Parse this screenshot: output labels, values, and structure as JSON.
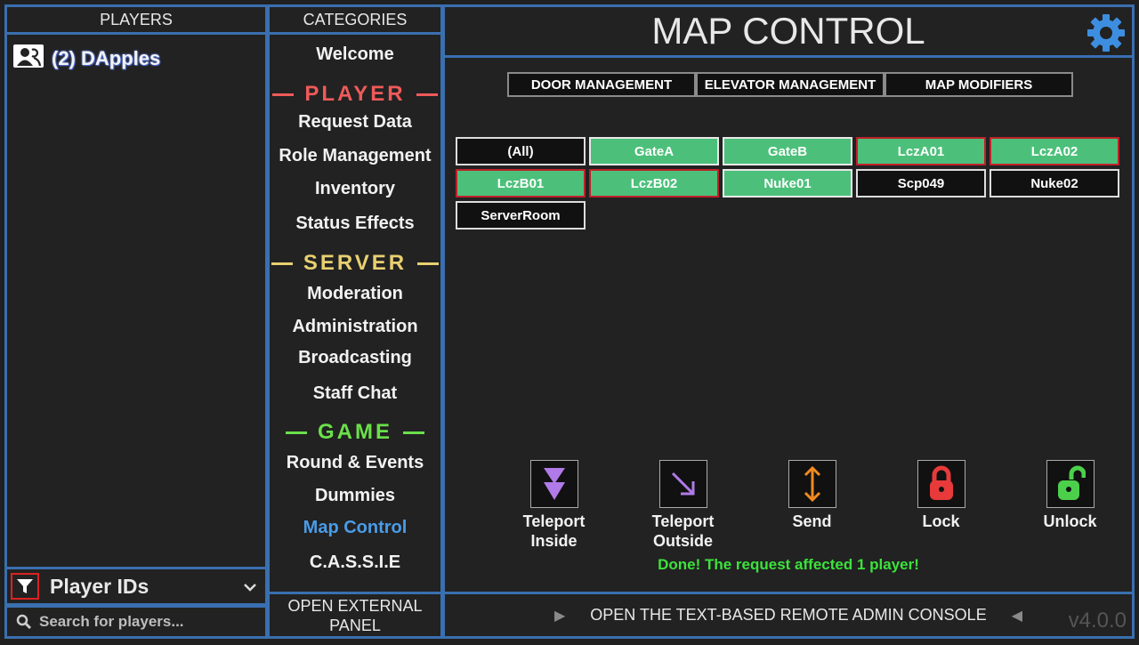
{
  "players": {
    "header": "PLAYERS",
    "list": [
      {
        "name": "(2) DApples"
      }
    ],
    "filter_label": "Player IDs",
    "search_placeholder": "Search for players..."
  },
  "categories": {
    "header": "CATEGORIES",
    "welcome": "Welcome",
    "sections": [
      {
        "title": "PLAYER",
        "color": "#f05a5a",
        "items": [
          "Request Data",
          "Role Management",
          "Inventory",
          "Status Effects"
        ]
      },
      {
        "title": "SERVER",
        "color": "#e8d070",
        "items": [
          "Moderation",
          "Administration",
          "Broadcasting",
          "Staff Chat"
        ]
      },
      {
        "title": "GAME",
        "color": "#6ae04a",
        "items": [
          "Round & Events",
          "Dummies",
          "Map Control",
          "C.A.S.S.I.E"
        ]
      }
    ],
    "footer": "OPEN EXTERNAL PANEL"
  },
  "main": {
    "title": "MAP CONTROL",
    "tabs": [
      "DOOR MANAGEMENT",
      "ELEVATOR MANAGEMENT",
      "MAP MODIFIERS"
    ],
    "doors": [
      {
        "name": "(All)",
        "open": false,
        "locked": false
      },
      {
        "name": "GateA",
        "open": true,
        "locked": false
      },
      {
        "name": "GateB",
        "open": true,
        "locked": false
      },
      {
        "name": "LczA01",
        "open": true,
        "locked": true
      },
      {
        "name": "LczA02",
        "open": true,
        "locked": true
      },
      {
        "name": "LczB01",
        "open": true,
        "locked": true
      },
      {
        "name": "LczB02",
        "open": true,
        "locked": true
      },
      {
        "name": "Nuke01",
        "open": true,
        "locked": false
      },
      {
        "name": "Scp049",
        "open": false,
        "locked": false
      },
      {
        "name": "Nuke02",
        "open": false,
        "locked": false
      },
      {
        "name": "ServerRoom",
        "open": false,
        "locked": false
      }
    ],
    "actions": [
      {
        "label": "Teleport Inside",
        "icon": "teleport-inside-icon",
        "color": "#b07ae8"
      },
      {
        "label": "Teleport Outside",
        "icon": "teleport-outside-icon",
        "color": "#b07ae8"
      },
      {
        "label": "Send",
        "icon": "send-icon",
        "color": "#f08a20"
      },
      {
        "label": "Lock",
        "icon": "lock-icon",
        "color": "#e83a3a"
      },
      {
        "label": "Unlock",
        "icon": "unlock-icon",
        "color": "#4cd04c"
      }
    ],
    "status": "Done! The request affected 1 player!",
    "footer": "OPEN THE TEXT-BASED REMOTE ADMIN CONSOLE",
    "version": "v4.0.0"
  }
}
